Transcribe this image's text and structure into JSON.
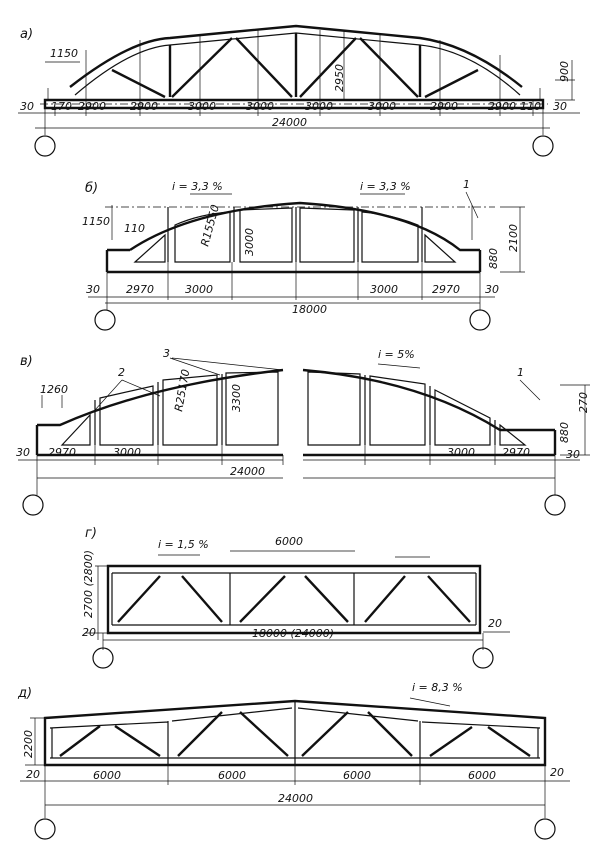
{
  "panels": {
    "a": {
      "label": "а)",
      "dims": [
        "30",
        "170",
        "2900",
        "2900",
        "3000",
        "3000",
        "3000",
        "3000",
        "2900",
        "2900",
        "110",
        "30"
      ],
      "span": "24000",
      "left_height": "1150",
      "right_height": "900",
      "mid_height": "2950"
    },
    "b": {
      "label": "б)",
      "slope_left": "i = 3,3 %",
      "slope_right": "i = 3,3 %",
      "callout_1": "1",
      "left_height": "1150",
      "gap": "110",
      "radius": "R15550",
      "mid_height": "3000",
      "right_height": "2100",
      "end_height": "880",
      "dims": [
        "30",
        "2970",
        "3000",
        "3000",
        "2970",
        "30"
      ],
      "span": "18000"
    },
    "c": {
      "label": "в)",
      "callout_2": "2",
      "callout_3": "3",
      "callout_1": "1",
      "slope": "i = 5%",
      "left_height": "1260",
      "radius": "R25170",
      "mid_height": "3300",
      "right_height": "270",
      "end_height": "880",
      "dims": [
        "30",
        "2970",
        "3000",
        "3000",
        "2970",
        "30"
      ],
      "span": "24000"
    },
    "d": {
      "label": "г)",
      "slope": "i = 1,5 %",
      "panel_width": "6000",
      "height": "2700 (2800)",
      "left_offset": "20",
      "right_offset": "20",
      "span": "18000 (24000)"
    },
    "e": {
      "label": "д)",
      "slope": "i = 8,3 %",
      "height": "2200",
      "left_offset": "20",
      "right_offset": "20",
      "dims": [
        "6000",
        "6000",
        "6000",
        "6000"
      ],
      "span": "24000"
    }
  }
}
